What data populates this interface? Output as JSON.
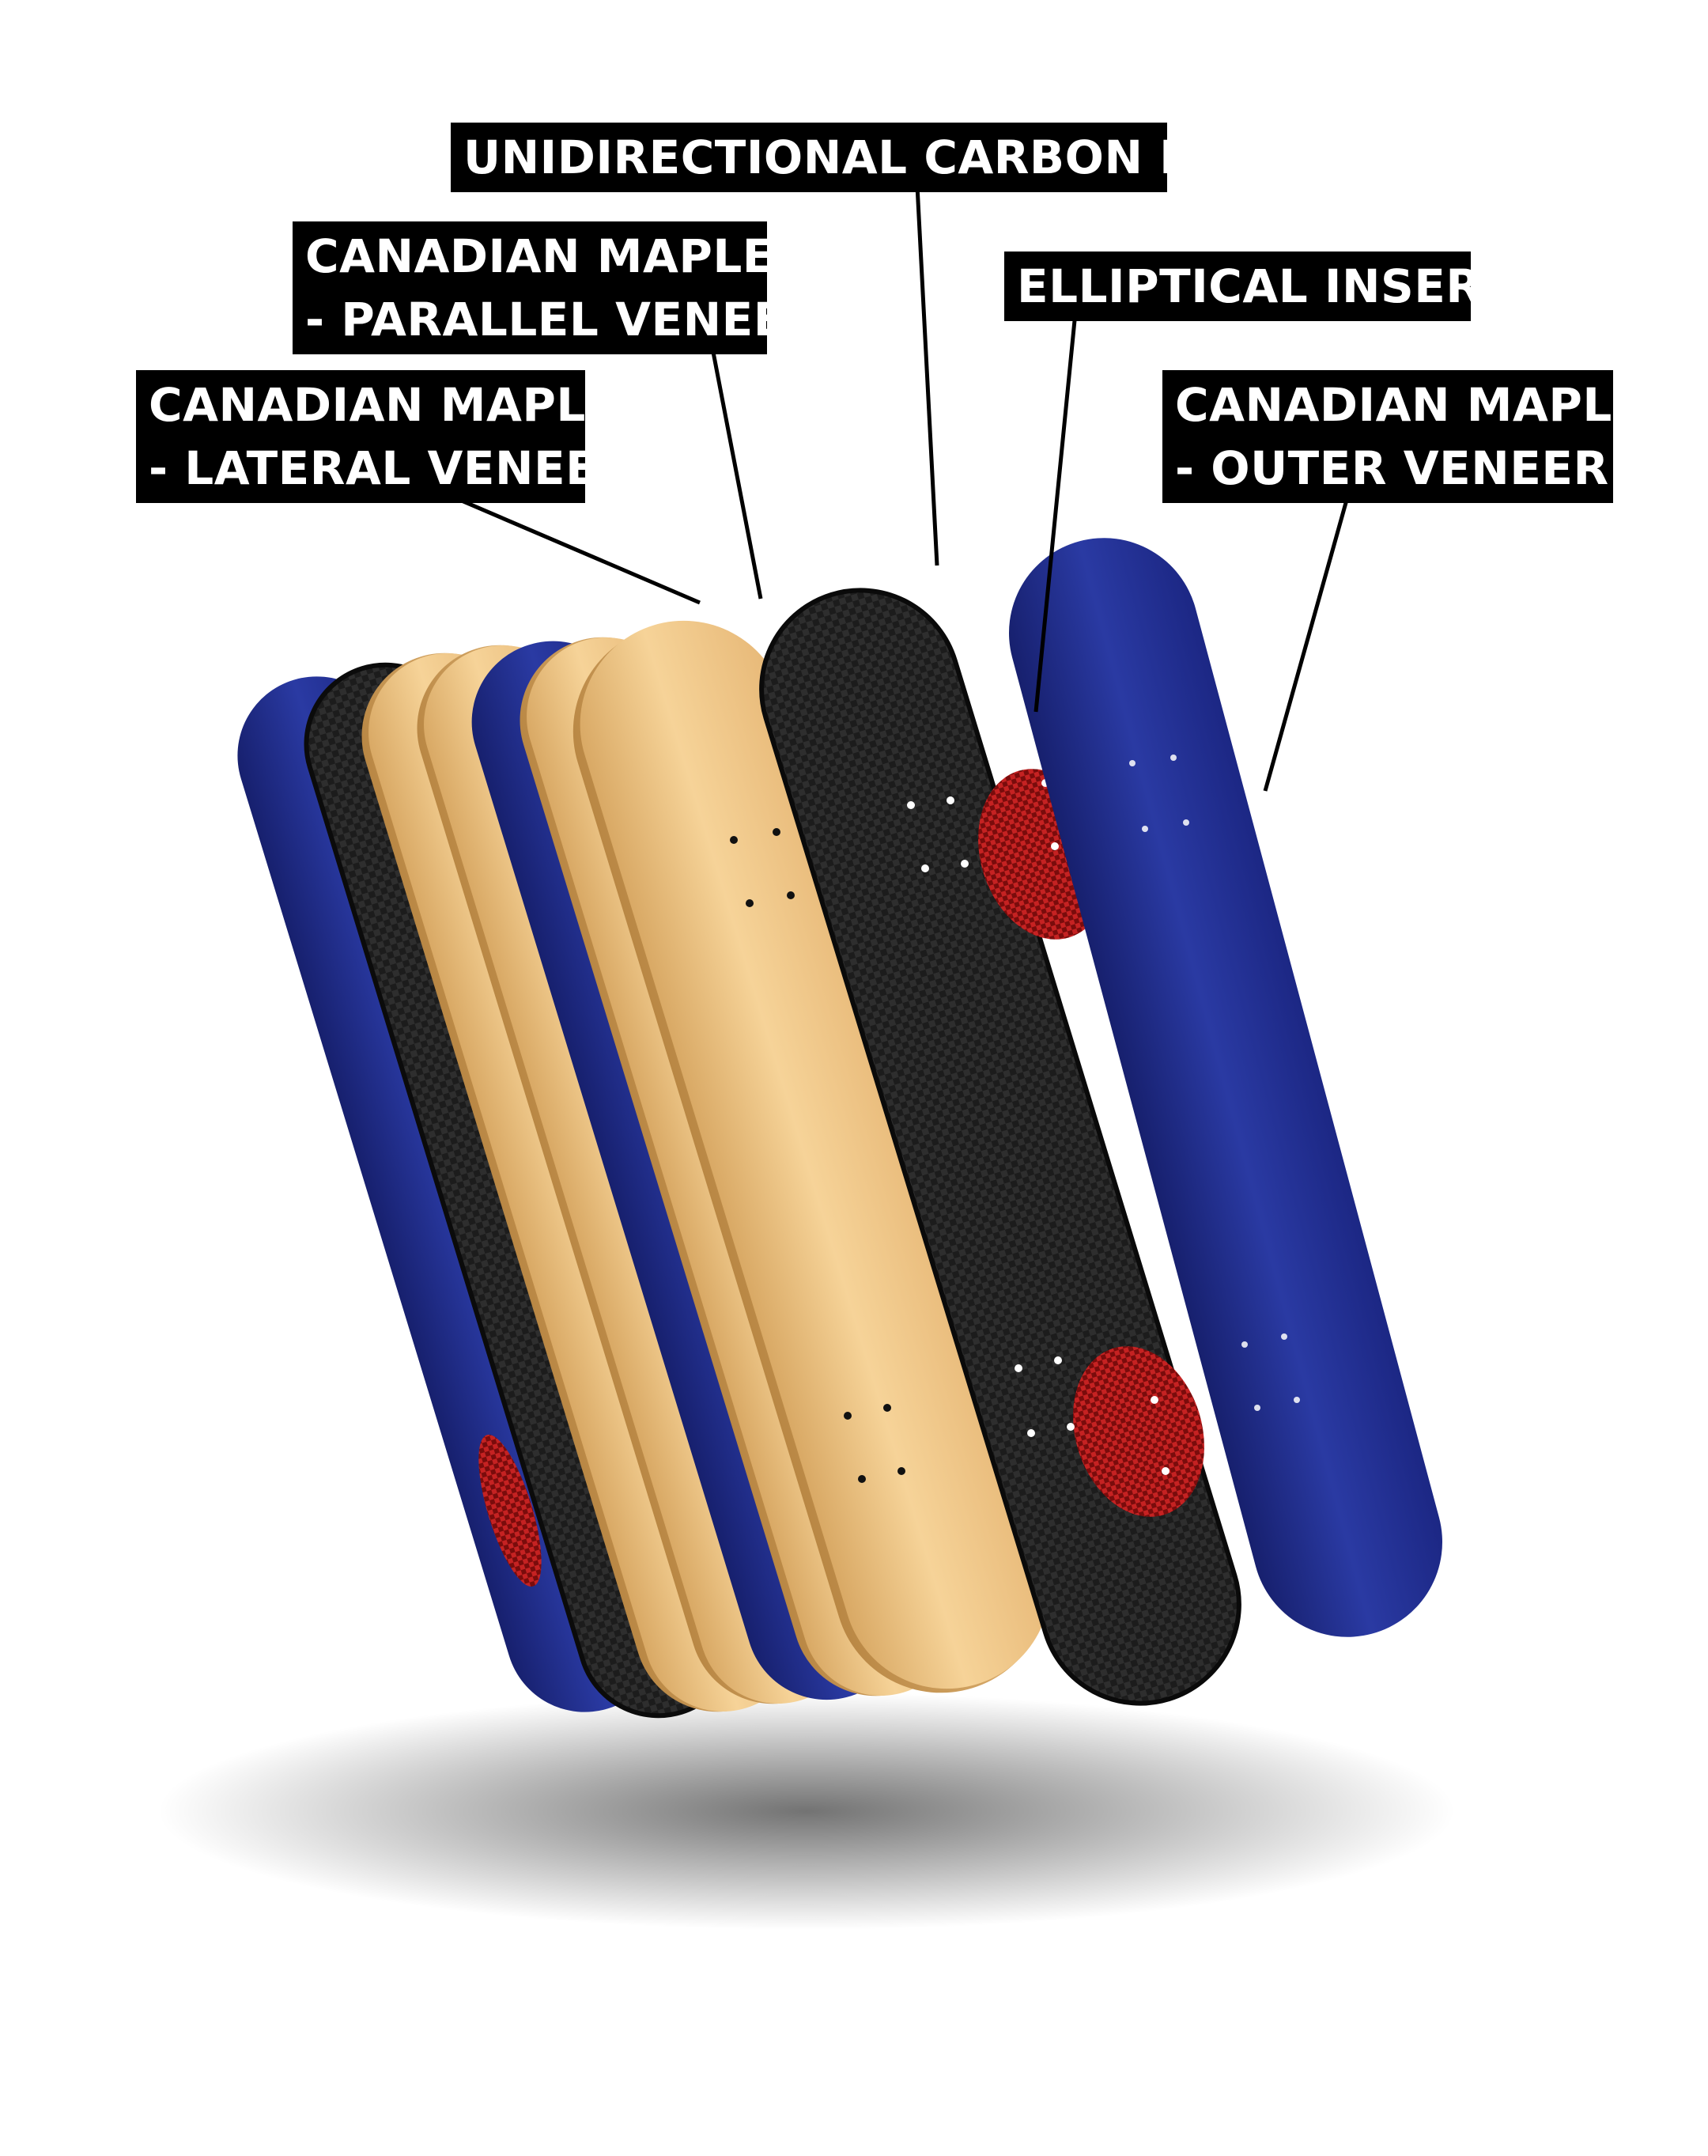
{
  "labels": {
    "carbon_fiber": "UNIDIRECTIONAL CARBON FIBER",
    "parallel": {
      "line1": "CANADIAN MAPLE",
      "line2": "- PARALLEL VENEER"
    },
    "inserts": "ELLIPTICAL INSERTS",
    "lateral": {
      "line1": "CANADIAN MAPLE",
      "line2": "- LATERAL VENEER"
    },
    "outer": {
      "line1": "CANADIAN MAPLE",
      "line2": "- OUTER VENEER"
    }
  },
  "colors": {
    "blue_veneer": "#1f2d8c",
    "maple_veneer": "#f0c88a",
    "carbon_fiber": "#1b1b1b",
    "insert_red": "#b01818",
    "label_bg": "#000000",
    "label_text": "#ffffff"
  }
}
